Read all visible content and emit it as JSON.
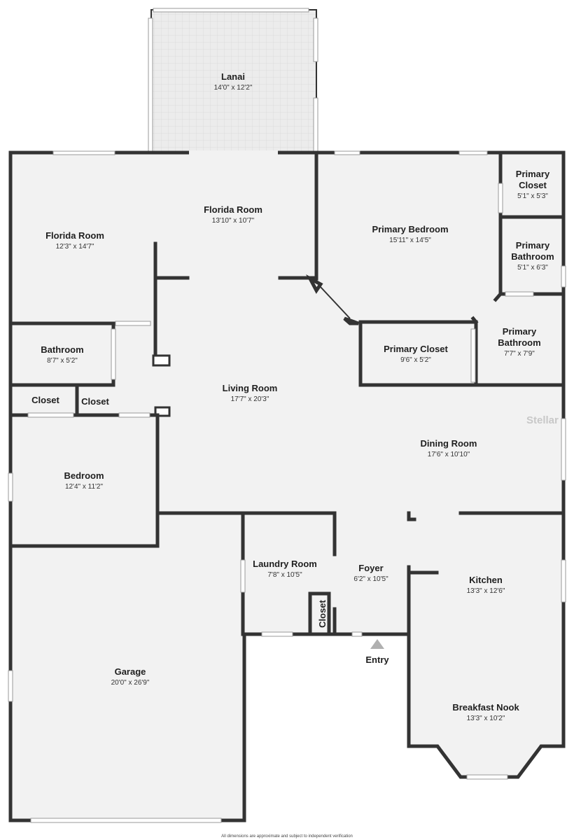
{
  "colors": {
    "wall": "#333333",
    "floor": "#f2f2f2",
    "lanai": "#ececec",
    "window": "#ffffff",
    "entry_arrow": "#b0b0b0"
  },
  "rooms": {
    "lanai": {
      "name": "Lanai",
      "dim": "14'0\" x 12'2\""
    },
    "florida_room_left": {
      "name": "Florida Room",
      "dim": "12'3\" x 14'7\""
    },
    "florida_room_center": {
      "name": "Florida Room",
      "dim": "13'10\" x 10'7\""
    },
    "primary_bedroom": {
      "name": "Primary Bedroom",
      "dim": "15'11\" x 14'5\""
    },
    "primary_closet_top": {
      "name_line1": "Primary",
      "name_line2": "Closet",
      "dim": "5'1\" x 5'3\""
    },
    "primary_bathroom_small": {
      "name_line1": "Primary",
      "name_line2": "Bathroom",
      "dim": "5'1\" x 6'3\""
    },
    "primary_bathroom": {
      "name_line1": "Primary",
      "name_line2": "Bathroom",
      "dim": "7'7\" x 7'9\""
    },
    "primary_closet": {
      "name": "Primary Closet",
      "dim": "9'6\" x 5'2\""
    },
    "bathroom": {
      "name": "Bathroom",
      "dim": "8'7\" x 5'2\""
    },
    "closet_left": {
      "name": "Closet"
    },
    "closet_right": {
      "name": "Closet"
    },
    "living_room": {
      "name": "Living Room",
      "dim": "17'7\" x 20'3\""
    },
    "dining_room": {
      "name": "Dining Room",
      "dim": "17'6\" x 10'10\""
    },
    "bedroom": {
      "name": "Bedroom",
      "dim": "12'4\" x 11'2\""
    },
    "laundry_room": {
      "name": "Laundry Room",
      "dim": "7'8\" x 10'5\""
    },
    "foyer": {
      "name": "Foyer",
      "dim": "6'2\" x 10'5\""
    },
    "closet_laundry": {
      "name": "Closet"
    },
    "kitchen": {
      "name": "Kitchen",
      "dim": "13'3\" x 12'6\""
    },
    "garage": {
      "name": "Garage",
      "dim": "20'0\" x 26'9\""
    },
    "breakfast_nook": {
      "name": "Breakfast Nook",
      "dim": "13'3\" x 10'2\""
    }
  },
  "entry_label": "Entry",
  "watermark": "Stellar",
  "footer": "All dimensions are approximate and subject to independent verification"
}
